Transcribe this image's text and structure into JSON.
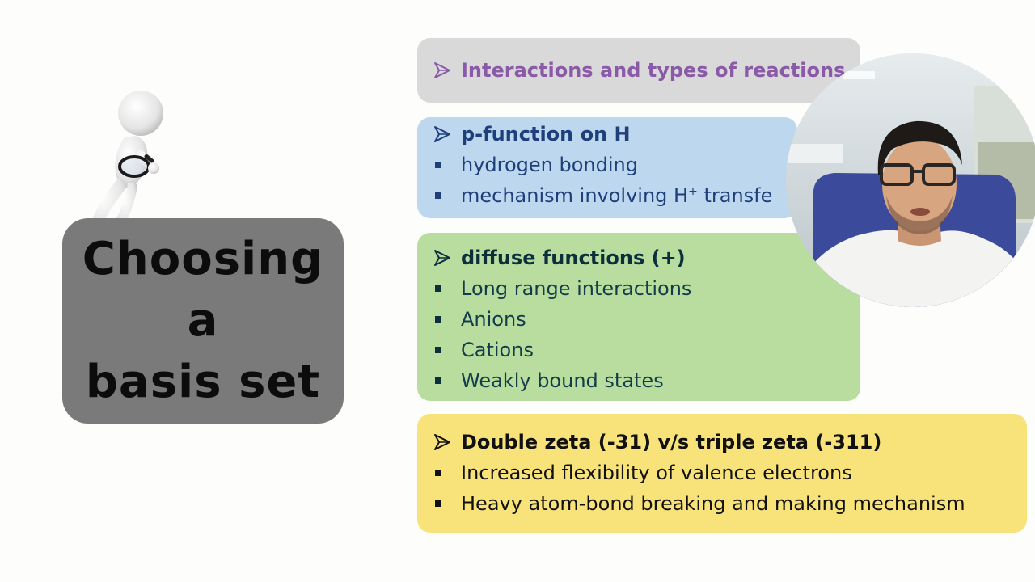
{
  "slide": {
    "title_lines": [
      "Choosing",
      "a",
      "basis set"
    ],
    "boxes": {
      "interactions": {
        "heading": "Interactions and types of reactions"
      },
      "p_function": {
        "heading": "p-function on H",
        "items": [
          "hydrogen bonding",
          "mechanism involving H",
          "transfe"
        ],
        "superscript": "+"
      },
      "diffuse": {
        "heading": "diffuse functions (+)",
        "items": [
          "Long range interactions",
          "Anions",
          "Cations",
          "Weakly bound states"
        ]
      },
      "zeta": {
        "heading": "Double zeta (-31) v/s triple zeta (-311)",
        "items": [
          "Increased flexibility of valence electrons",
          "Heavy atom-bond breaking and making mechanism"
        ]
      }
    },
    "icons": {
      "heading_marker": "arrowhead-icon",
      "list_marker": "square-bullet-icon",
      "illustration": "magnifying-glass-figure-icon",
      "webcam": "presenter-webcam"
    },
    "colors": {
      "grey_box": "#d9d9d9",
      "blue_box": "#bcd7ee",
      "green_box": "#b8dd9e",
      "yellow_box": "#f8e27a",
      "title_card": "#7a7a7a"
    }
  }
}
